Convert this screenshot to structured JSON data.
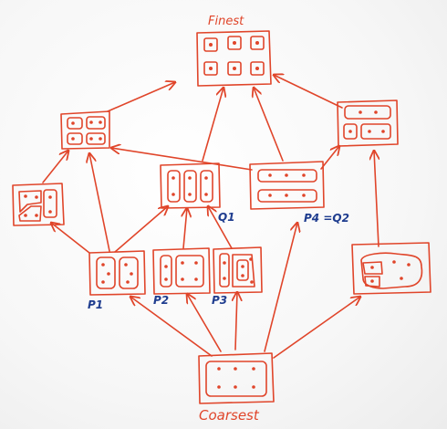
{
  "labels": {
    "finest": "Finest",
    "coarsest": "Coarsest",
    "q1": "Q1",
    "p4q2": "P4 =Q2",
    "p1": "P1",
    "p2": "P2",
    "p3": "P3"
  },
  "colors": {
    "ink_red": "#e0452a",
    "ink_blue": "#1f3d8f"
  }
}
